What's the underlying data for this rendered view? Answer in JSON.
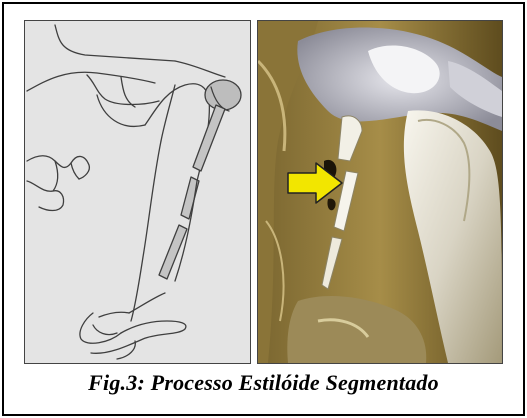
{
  "figure": {
    "caption": "Fig.3: Processo Estilóide Segmentado",
    "left_panel": {
      "kind": "anatomical line drawing",
      "background": "#e4e4e4",
      "line_color": "#444444"
    },
    "right_panel": {
      "kind": "3D CT reconstruction",
      "arrow_color": "#f2e600",
      "arrow_icon": "yellow-arrow-right-icon"
    }
  }
}
